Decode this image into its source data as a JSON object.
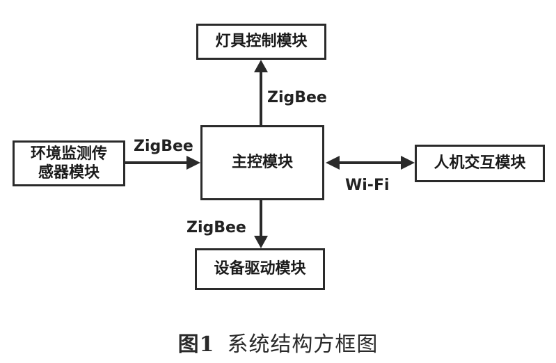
{
  "nodes": {
    "lamp_control": "灯具控制模块",
    "env_sensor_line1": "环境监测传",
    "env_sensor_line2": "感器模块",
    "main_control": "主控模块",
    "hmi": "人机交互模块",
    "device_driver": "设备驱动模块"
  },
  "edges": {
    "main_to_lamp": "ZigBee",
    "sensor_to_main": "ZigBee",
    "main_to_hmi": "Wi-Fi",
    "main_to_driver": "ZigBee"
  },
  "caption": {
    "figure_label": "图1",
    "title": "系统结构方框图"
  },
  "colors": {
    "stroke": "#2a2a2a",
    "text": "#1a1a1a",
    "background": "#ffffff"
  }
}
